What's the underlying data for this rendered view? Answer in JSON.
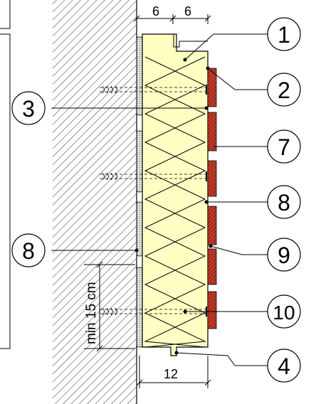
{
  "dimensions": {
    "top_left": "6",
    "top_right": "6",
    "bottom": "12",
    "vertical": "min 15 cm"
  },
  "callouts": [
    {
      "number": "1"
    },
    {
      "number": "2"
    },
    {
      "number": "3"
    },
    {
      "number": "7"
    },
    {
      "number": "8"
    },
    {
      "number": "8"
    },
    {
      "number": "9"
    },
    {
      "number": "10"
    },
    {
      "number": "4"
    }
  ],
  "colors": {
    "insulation": "#ffffc4",
    "cladding": "#c0392b",
    "cladding_hatch": "#5a1a10",
    "adhesive": "#c8c8c8",
    "wall_hatch": "#000000"
  }
}
